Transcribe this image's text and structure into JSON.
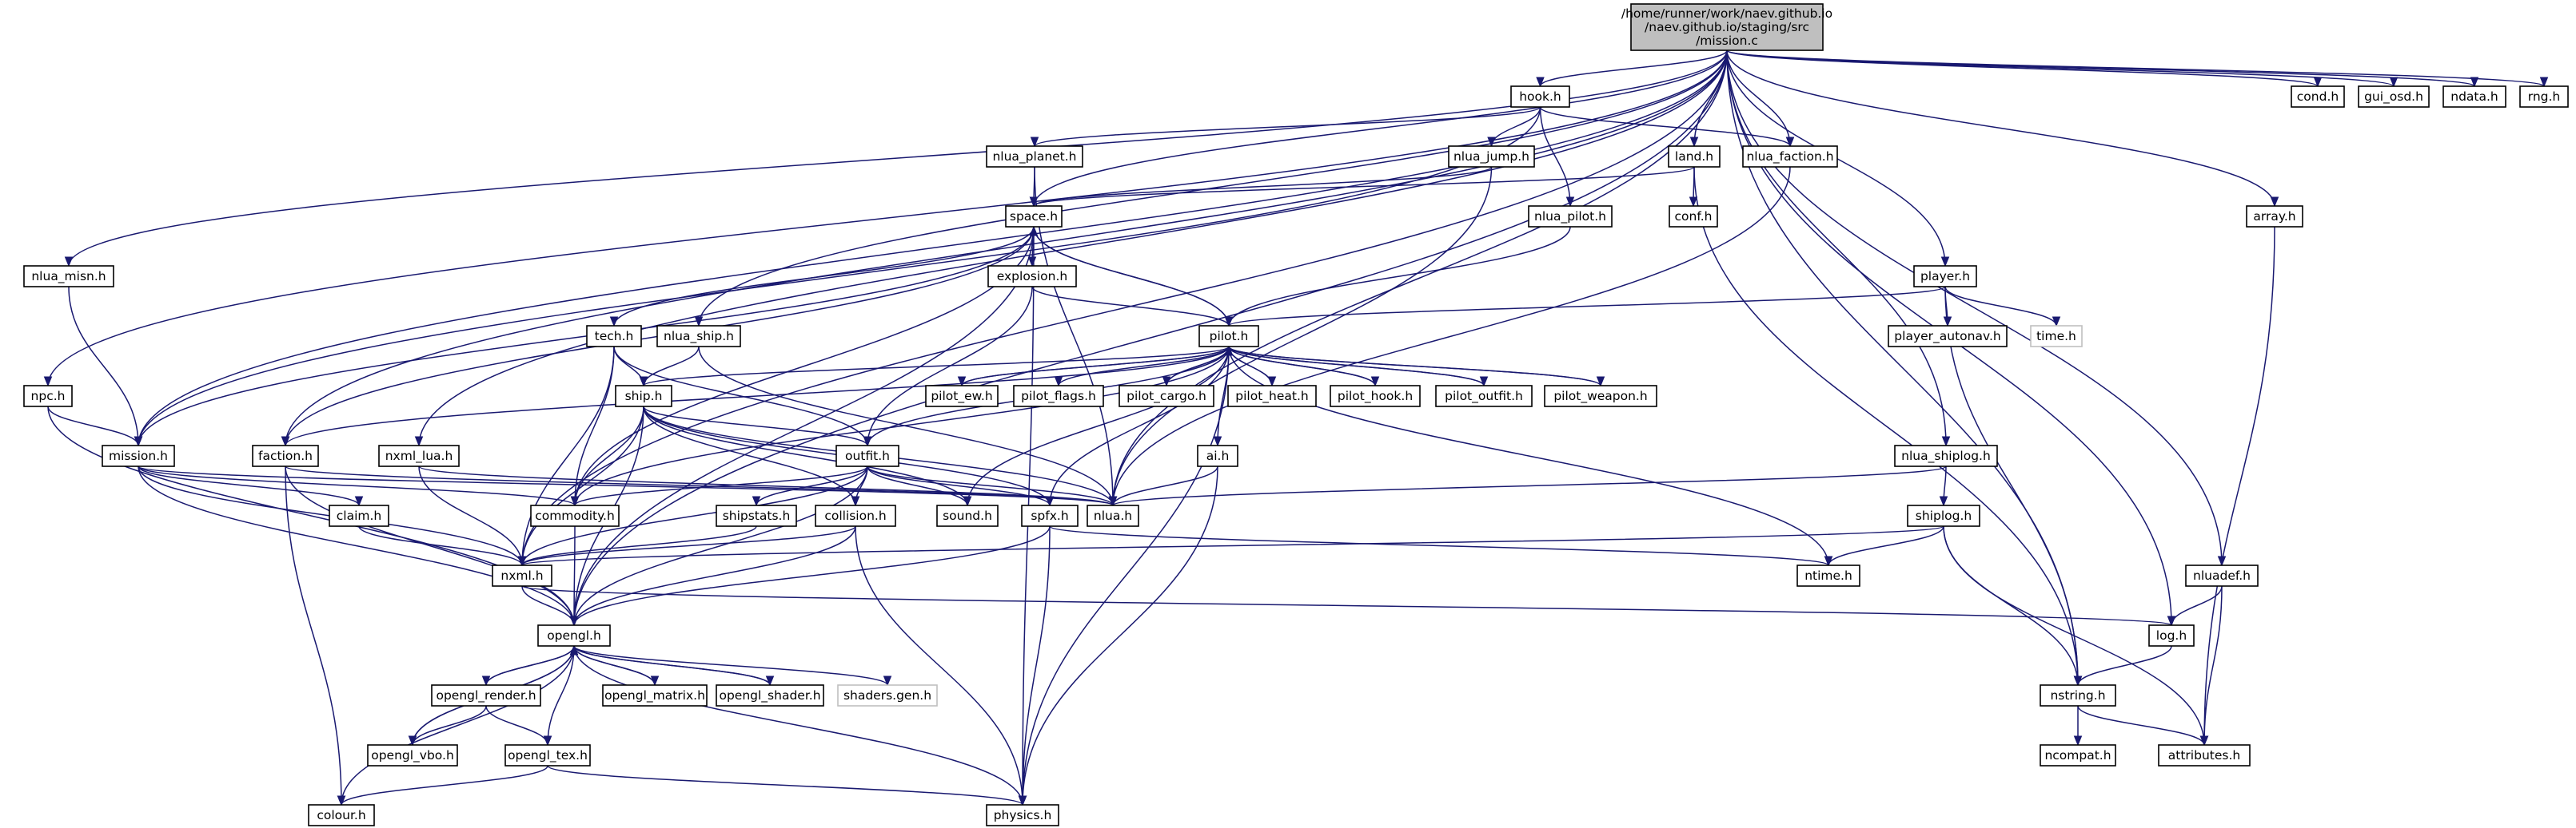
{
  "graph": {
    "root_label": [
      "/home/runner/work/naev.github.io",
      "/naev.github.io/staging/src",
      "/mission.c"
    ],
    "colors": {
      "edge": "#191970",
      "node_border": "#000000",
      "root_fill": "#bfbfbf",
      "external_border": "#bfbfbf",
      "node_fill": "#ffffff"
    },
    "nodes": [
      {
        "id": "root",
        "label": "/home/runner/work/naev.github.io/naev.github.io/staging/src/mission.c",
        "kind": "root"
      },
      {
        "id": "hook",
        "label": "hook.h"
      },
      {
        "id": "land",
        "label": "land.h"
      },
      {
        "id": "nlua_faction",
        "label": "nlua_faction.h"
      },
      {
        "id": "cond",
        "label": "cond.h"
      },
      {
        "id": "gui_osd",
        "label": "gui_osd.h"
      },
      {
        "id": "ndata",
        "label": "ndata.h"
      },
      {
        "id": "rng",
        "label": "rng.h"
      },
      {
        "id": "nlua_planet",
        "label": "nlua_planet.h"
      },
      {
        "id": "nlua_jump",
        "label": "nlua_jump.h"
      },
      {
        "id": "nlua_misn",
        "label": "nlua_misn.h"
      },
      {
        "id": "space",
        "label": "space.h"
      },
      {
        "id": "conf",
        "label": "conf.h"
      },
      {
        "id": "nlua_pilot",
        "label": "nlua_pilot.h"
      },
      {
        "id": "array",
        "label": "array.h"
      },
      {
        "id": "player",
        "label": "player.h"
      },
      {
        "id": "explosion",
        "label": "explosion.h"
      },
      {
        "id": "tech",
        "label": "tech.h"
      },
      {
        "id": "nlua_ship",
        "label": "nlua_ship.h"
      },
      {
        "id": "pilot",
        "label": "pilot.h"
      },
      {
        "id": "player_autonav",
        "label": "player_autonav.h"
      },
      {
        "id": "time",
        "label": "time.h",
        "kind": "ext"
      },
      {
        "id": "npc",
        "label": "npc.h"
      },
      {
        "id": "ship",
        "label": "ship.h"
      },
      {
        "id": "pilot_ew",
        "label": "pilot_ew.h"
      },
      {
        "id": "pilot_flags",
        "label": "pilot_flags.h"
      },
      {
        "id": "pilot_cargo",
        "label": "pilot_cargo.h"
      },
      {
        "id": "pilot_heat",
        "label": "pilot_heat.h"
      },
      {
        "id": "pilot_hook",
        "label": "pilot_hook.h"
      },
      {
        "id": "pilot_outfit",
        "label": "pilot_outfit.h"
      },
      {
        "id": "pilot_weapon",
        "label": "pilot_weapon.h"
      },
      {
        "id": "mission",
        "label": "mission.h"
      },
      {
        "id": "faction",
        "label": "faction.h"
      },
      {
        "id": "nxml_lua",
        "label": "nxml_lua.h"
      },
      {
        "id": "outfit",
        "label": "outfit.h"
      },
      {
        "id": "ai",
        "label": "ai.h"
      },
      {
        "id": "nlua_shiplog",
        "label": "nlua_shiplog.h"
      },
      {
        "id": "claim",
        "label": "claim.h"
      },
      {
        "id": "commodity",
        "label": "commodity.h"
      },
      {
        "id": "shipstats",
        "label": "shipstats.h"
      },
      {
        "id": "collision",
        "label": "collision.h"
      },
      {
        "id": "sound",
        "label": "sound.h"
      },
      {
        "id": "spfx",
        "label": "spfx.h"
      },
      {
        "id": "nlua",
        "label": "nlua.h"
      },
      {
        "id": "shiplog",
        "label": "shiplog.h"
      },
      {
        "id": "nxml",
        "label": "nxml.h"
      },
      {
        "id": "ntime",
        "label": "ntime.h"
      },
      {
        "id": "nluadef",
        "label": "nluadef.h"
      },
      {
        "id": "opengl",
        "label": "opengl.h"
      },
      {
        "id": "log",
        "label": "log.h"
      },
      {
        "id": "opengl_render",
        "label": "opengl_render.h"
      },
      {
        "id": "opengl_matrix",
        "label": "opengl_matrix.h"
      },
      {
        "id": "opengl_shader",
        "label": "opengl_shader.h"
      },
      {
        "id": "shaders_gen",
        "label": "shaders.gen.h",
        "kind": "ext"
      },
      {
        "id": "nstring",
        "label": "nstring.h"
      },
      {
        "id": "opengl_vbo",
        "label": "opengl_vbo.h"
      },
      {
        "id": "opengl_tex",
        "label": "opengl_tex.h"
      },
      {
        "id": "ncompat",
        "label": "ncompat.h"
      },
      {
        "id": "attributes",
        "label": "attributes.h"
      },
      {
        "id": "colour",
        "label": "colour.h"
      },
      {
        "id": "physics",
        "label": "physics.h"
      }
    ],
    "edges": [
      [
        "root",
        "hook"
      ],
      [
        "root",
        "land"
      ],
      [
        "root",
        "nlua_faction"
      ],
      [
        "root",
        "cond"
      ],
      [
        "root",
        "gui_osd"
      ],
      [
        "root",
        "ndata"
      ],
      [
        "root",
        "rng"
      ],
      [
        "root",
        "nlua_misn"
      ],
      [
        "root",
        "npc"
      ],
      [
        "root",
        "mission"
      ],
      [
        "root",
        "faction"
      ],
      [
        "root",
        "nxml_lua"
      ],
      [
        "root",
        "nxml"
      ],
      [
        "root",
        "opengl"
      ],
      [
        "root",
        "nlua_ship"
      ],
      [
        "root",
        "space"
      ],
      [
        "root",
        "player"
      ],
      [
        "root",
        "array"
      ],
      [
        "root",
        "nluadef"
      ],
      [
        "root",
        "log"
      ],
      [
        "root",
        "nstring"
      ],
      [
        "root",
        "nlua"
      ],
      [
        "root",
        "nlua_shiplog"
      ],
      [
        "hook",
        "nlua_planet"
      ],
      [
        "hook",
        "nlua_jump"
      ],
      [
        "hook",
        "nlua_pilot"
      ],
      [
        "hook",
        "nlua_faction"
      ],
      [
        "hook",
        "mission"
      ],
      [
        "nlua_planet",
        "space"
      ],
      [
        "nlua_planet",
        "nlua"
      ],
      [
        "nlua_jump",
        "space"
      ],
      [
        "nlua_jump",
        "nlua"
      ],
      [
        "land",
        "space"
      ],
      [
        "land",
        "conf"
      ],
      [
        "land",
        "nstring"
      ],
      [
        "nlua_faction",
        "nlua"
      ],
      [
        "nlua_pilot",
        "pilot"
      ],
      [
        "space",
        "explosion"
      ],
      [
        "space",
        "pilot"
      ],
      [
        "space",
        "tech"
      ],
      [
        "space",
        "faction"
      ],
      [
        "space",
        "mission"
      ],
      [
        "space",
        "commodity"
      ],
      [
        "space",
        "opengl"
      ],
      [
        "space",
        "physics"
      ],
      [
        "explosion",
        "pilot"
      ],
      [
        "explosion",
        "outfit"
      ],
      [
        "pilot",
        "space"
      ],
      [
        "pilot",
        "ship"
      ],
      [
        "pilot",
        "outfit"
      ],
      [
        "pilot",
        "faction"
      ],
      [
        "pilot",
        "sound"
      ],
      [
        "pilot",
        "spfx"
      ],
      [
        "pilot",
        "ntime"
      ],
      [
        "pilot",
        "pilot_ew"
      ],
      [
        "pilot",
        "pilot_flags"
      ],
      [
        "pilot",
        "pilot_cargo"
      ],
      [
        "pilot",
        "pilot_heat"
      ],
      [
        "pilot",
        "pilot_hook"
      ],
      [
        "pilot",
        "pilot_outfit"
      ],
      [
        "pilot",
        "pilot_weapon"
      ],
      [
        "pilot",
        "ai"
      ],
      [
        "pilot",
        "commodity"
      ],
      [
        "pilot",
        "physics"
      ],
      [
        "pilot_ew",
        "pilot"
      ],
      [
        "pilot_cargo",
        "pilot"
      ],
      [
        "pilot_heat",
        "pilot"
      ],
      [
        "pilot_hook",
        "pilot"
      ],
      [
        "pilot_outfit",
        "pilot"
      ],
      [
        "pilot_weapon",
        "pilot"
      ],
      [
        "player",
        "pilot"
      ],
      [
        "player",
        "player_autonav"
      ],
      [
        "player",
        "time"
      ],
      [
        "player",
        "nstring"
      ],
      [
        "tech",
        "ship"
      ],
      [
        "tech",
        "commodity"
      ],
      [
        "tech",
        "outfit"
      ],
      [
        "tech",
        "nxml"
      ],
      [
        "nlua_ship",
        "ship"
      ],
      [
        "nlua_ship",
        "nlua"
      ],
      [
        "ship",
        "outfit"
      ],
      [
        "ship",
        "commodity"
      ],
      [
        "ship",
        "nxml"
      ],
      [
        "ship",
        "opengl"
      ],
      [
        "ship",
        "sound"
      ],
      [
        "ship",
        "spfx"
      ],
      [
        "ship",
        "collision"
      ],
      [
        "ship",
        "nlua"
      ],
      [
        "npc",
        "mission"
      ],
      [
        "npc",
        "opengl"
      ],
      [
        "nlua_misn",
        "mission"
      ],
      [
        "mission",
        "claim"
      ],
      [
        "mission",
        "commodity"
      ],
      [
        "mission",
        "nxml"
      ],
      [
        "mission",
        "opengl"
      ],
      [
        "mission",
        "nlua"
      ],
      [
        "faction",
        "opengl"
      ],
      [
        "faction",
        "colour"
      ],
      [
        "faction",
        "nlua"
      ],
      [
        "nxml_lua",
        "nxml"
      ],
      [
        "nxml_lua",
        "nlua"
      ],
      [
        "outfit",
        "commodity"
      ],
      [
        "outfit",
        "shipstats"
      ],
      [
        "outfit",
        "collision"
      ],
      [
        "outfit",
        "sound"
      ],
      [
        "outfit",
        "spfx"
      ],
      [
        "outfit",
        "nlua"
      ],
      [
        "outfit",
        "opengl"
      ],
      [
        "outfit",
        "nxml"
      ],
      [
        "ai",
        "nlua"
      ],
      [
        "ai",
        "physics"
      ],
      [
        "nlua_shiplog",
        "shiplog"
      ],
      [
        "nlua_shiplog",
        "nlua"
      ],
      [
        "claim",
        "nxml"
      ],
      [
        "commodity",
        "opengl"
      ],
      [
        "shipstats",
        "nxml"
      ],
      [
        "collision",
        "opengl"
      ],
      [
        "collision",
        "nxml"
      ],
      [
        "collision",
        "physics"
      ],
      [
        "spfx",
        "opengl"
      ],
      [
        "spfx",
        "physics"
      ],
      [
        "spfx",
        "ntime"
      ],
      [
        "shiplog",
        "nxml"
      ],
      [
        "shiplog",
        "ntime"
      ],
      [
        "shiplog",
        "nstring"
      ],
      [
        "shiplog",
        "attributes"
      ],
      [
        "nxml",
        "opengl"
      ],
      [
        "nxml",
        "log"
      ],
      [
        "nluadef",
        "log"
      ],
      [
        "nluadef",
        "attributes"
      ],
      [
        "array",
        "attributes"
      ],
      [
        "log",
        "nstring"
      ],
      [
        "opengl",
        "opengl_render"
      ],
      [
        "opengl",
        "opengl_matrix"
      ],
      [
        "opengl",
        "opengl_shader"
      ],
      [
        "opengl",
        "shaders_gen"
      ],
      [
        "opengl",
        "opengl_vbo"
      ],
      [
        "opengl",
        "opengl_tex"
      ],
      [
        "opengl",
        "colour"
      ],
      [
        "opengl",
        "physics"
      ],
      [
        "opengl_render",
        "opengl"
      ],
      [
        "opengl_render",
        "opengl_vbo"
      ],
      [
        "opengl_render",
        "opengl_tex"
      ],
      [
        "opengl_matrix",
        "opengl"
      ],
      [
        "opengl_shader",
        "opengl"
      ],
      [
        "opengl_vbo",
        "opengl"
      ],
      [
        "opengl_tex",
        "colour"
      ],
      [
        "opengl_tex",
        "physics"
      ],
      [
        "nstring",
        "ncompat"
      ],
      [
        "nstring",
        "attributes"
      ]
    ]
  }
}
